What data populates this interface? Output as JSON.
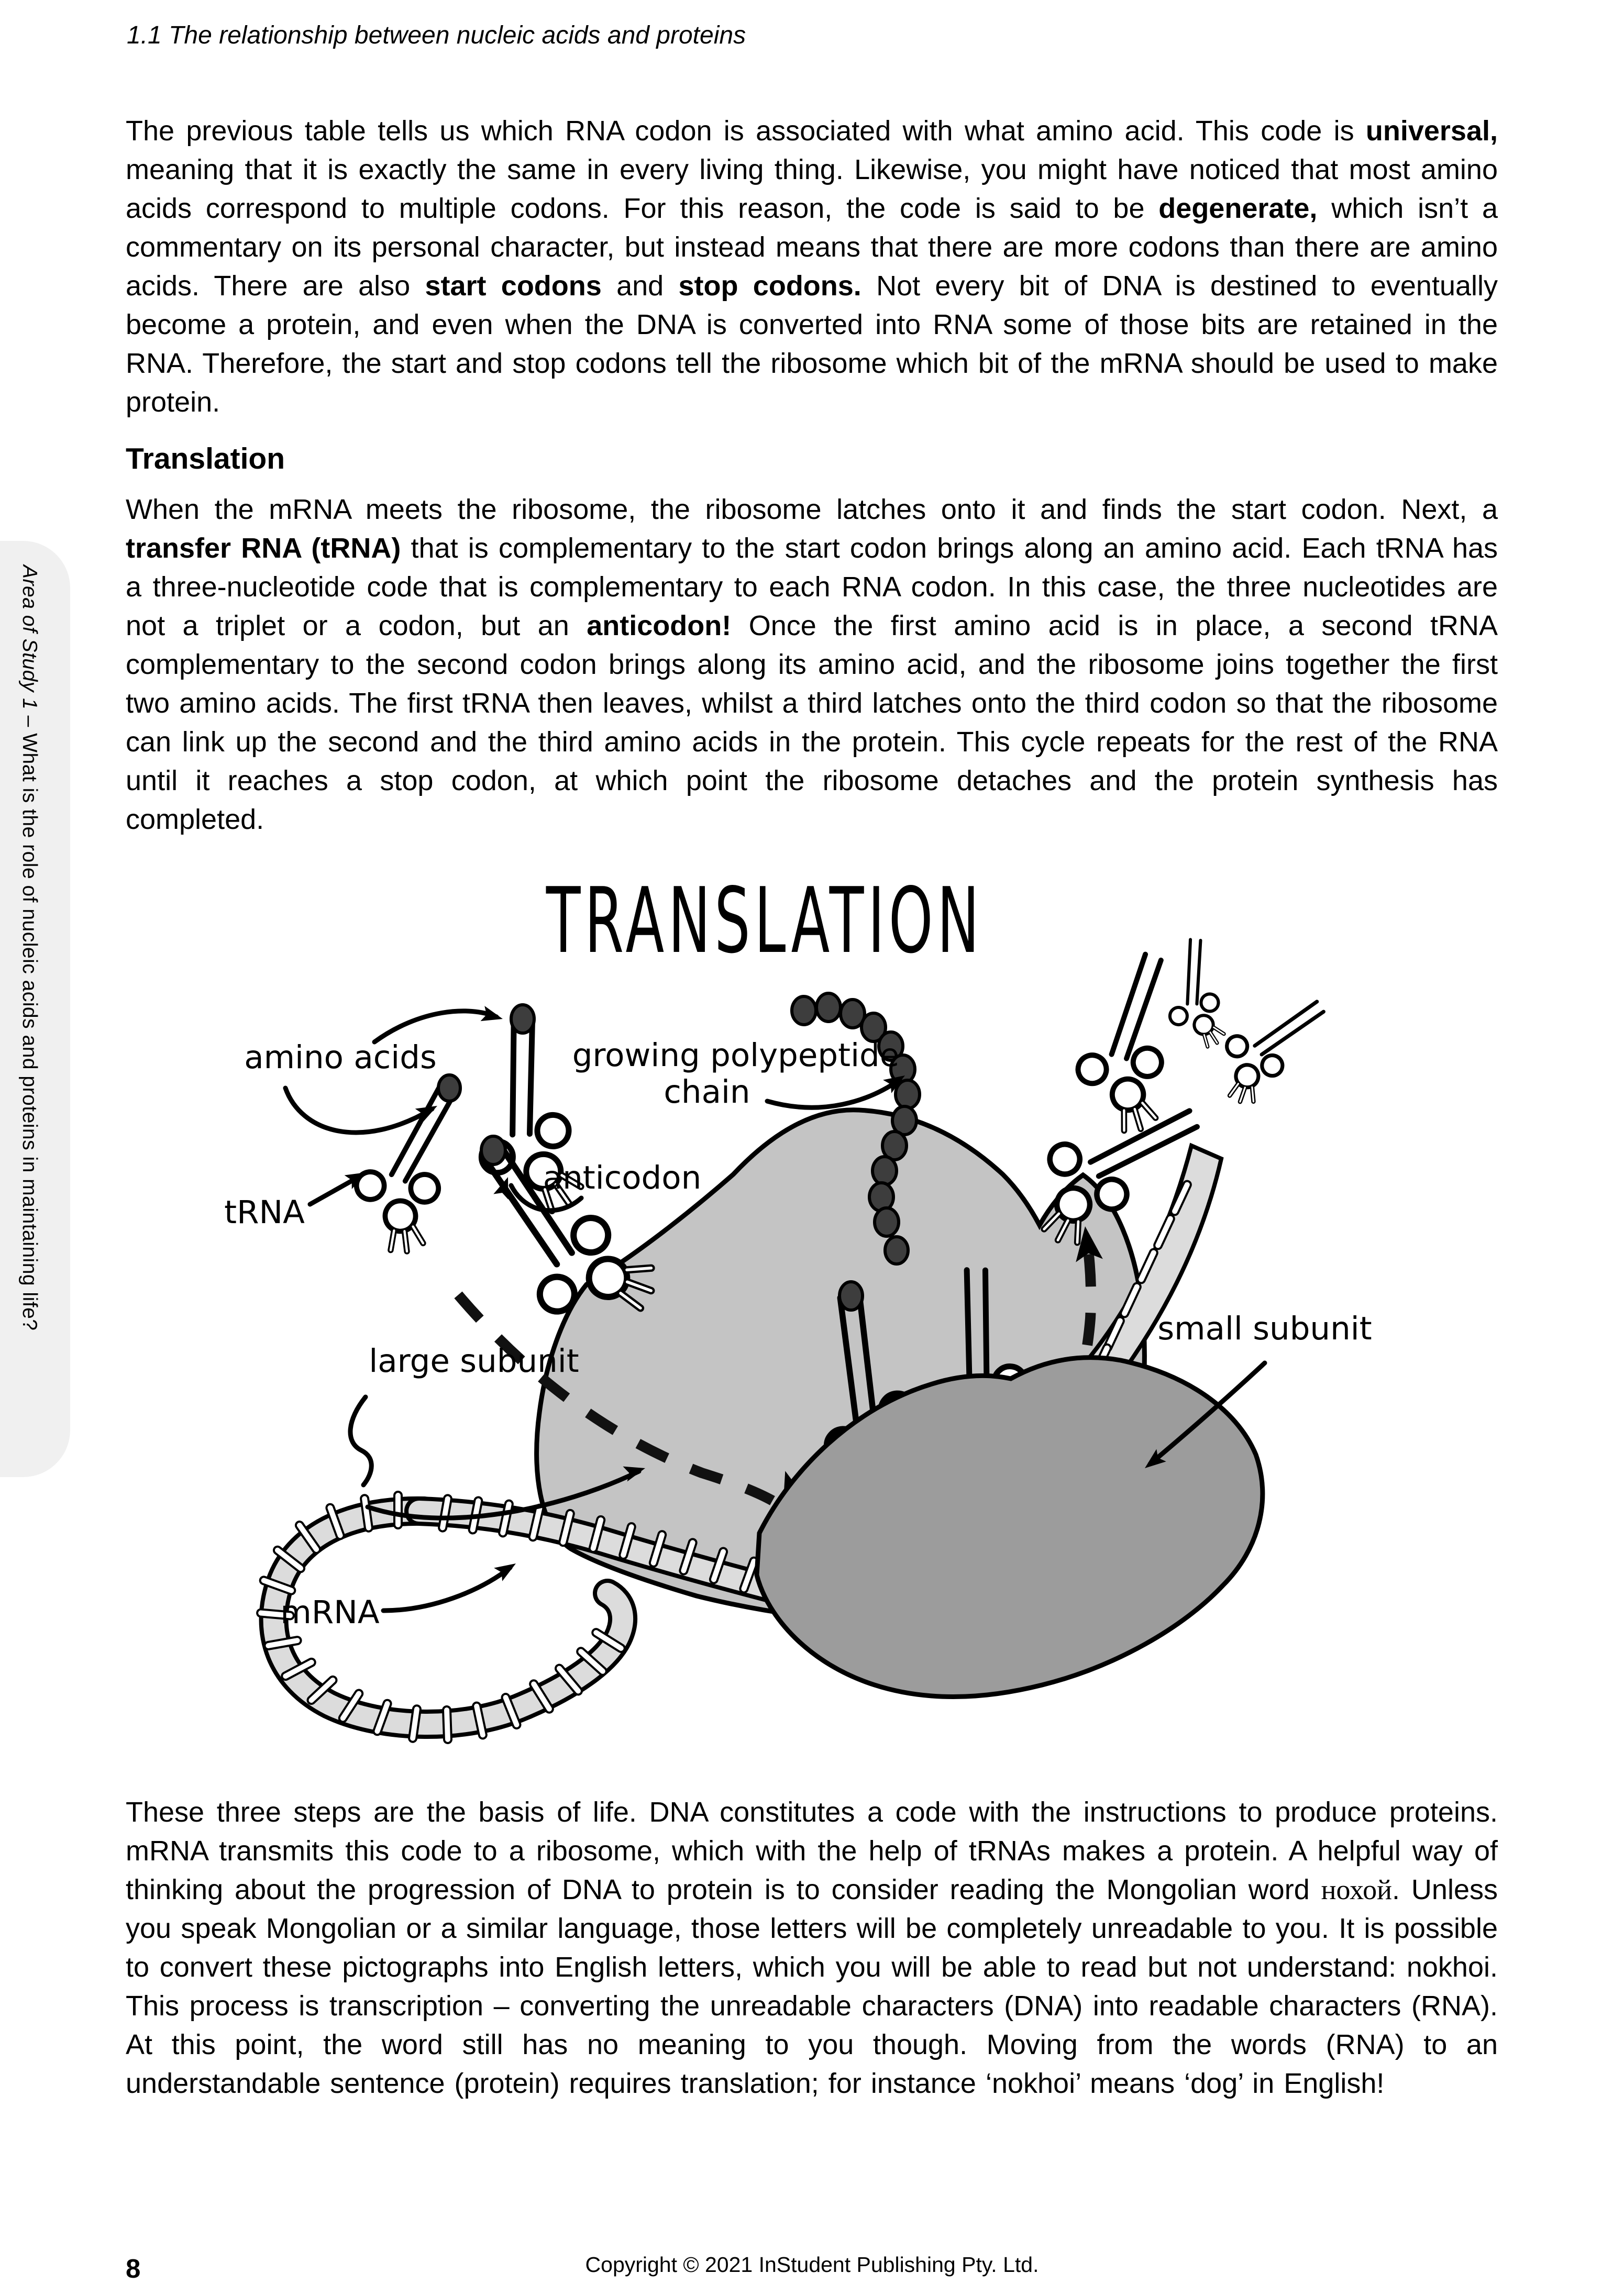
{
  "page": {
    "running_header": "1.1 The relationship between nucleic acids and proteins",
    "page_number": "8",
    "footer_copyright": "Copyright © 2021 InStudent Publishing Pty. Ltd."
  },
  "sidebar": {
    "segments": [
      {
        "t": "Area of Study 1",
        "i": true
      },
      {
        "t": " – What is the role of nucleic acids and proteins in maintaining life?"
      }
    ]
  },
  "content": {
    "heading1": "Translation",
    "para1": {
      "segments": [
        {
          "t": "The previous table tells us which RNA codon is associated with what amino acid.  This code is "
        },
        {
          "t": "universal,",
          "b": true
        },
        {
          "t": " meaning that it is exactly the same in every living thing.  Likewise, you might have noticed that most amino acids correspond to multiple codons.  For this reason, the code is said to be "
        },
        {
          "t": "degenerate,",
          "b": true
        },
        {
          "t": " which isn’t a commentary on its personal character, but instead means that there are more codons than there are amino acids.  There are also "
        },
        {
          "t": "start codons",
          "b": true
        },
        {
          "t": " and "
        },
        {
          "t": "stop codons.",
          "b": true
        },
        {
          "t": "  Not every bit of DNA is destined to eventually become a protein, and even when the DNA is converted into RNA some of those bits are retained in the RNA. Therefore, the start and stop codons tell the ribosome which bit of the mRNA should be used to make protein."
        }
      ]
    },
    "para2": {
      "segments": [
        {
          "t": "When the mRNA meets the ribosome, the ribosome latches onto it and finds the start codon.  Next, a "
        },
        {
          "t": "transfer RNA (tRNA)",
          "b": true
        },
        {
          "t": " that is complementary to the start codon brings along an amino acid.  Each tRNA has a three-nucleotide code that is complementary to each RNA codon.  In this case, the three nucleotides are not a triplet or a codon, but an "
        },
        {
          "t": "anticodon!",
          "b": true
        },
        {
          "t": "  Once the first amino acid is in place, a second tRNA complementary to the second codon brings along its amino acid, and the ribosome joins together the first two amino acids.  The first tRNA then leaves, whilst a third latches onto the third codon so that the ribosome can link up the second and the third amino acids in the protein.  This cycle repeats for the rest of the RNA until it reaches a stop codon, at which point the ribosome detaches and the protein synthesis has completed."
        }
      ]
    },
    "para3": {
      "segments": [
        {
          "t": "These three steps are the basis of life.  DNA constitutes a code with the instructions to produce proteins. mRNA transmits this code to a ribosome, which with the help of tRNAs makes a protein.  A helpful way of thinking about the progression of DNA to protein is to consider reading the Mongolian word "
        },
        {
          "t": "нохой",
          "f": "serif"
        },
        {
          "t": ". Unless you speak Mongolian or a similar language, those letters will be completely unreadable to you. It is possible to convert these pictographs into English letters, which you will be able to read but not understand: nokhoi. This process is transcription – converting the unreadable characters (DNA) into readable characters (RNA). At this point, the word still has no meaning to you though.  Moving from the words (RNA) to an understandable sentence (protein) requires translation; for instance ‘nokhoi’ means ‘dog’ in English!"
        }
      ]
    }
  },
  "diagram": {
    "title": "TRANSLATION",
    "labels": {
      "amino_acids": "amino acids",
      "trna": "tRNA",
      "anticodon": "anticodon",
      "growing_polypeptide_1": "growing polypeptide",
      "growing_polypeptide_2": "chain",
      "large_subunit": "large subunit",
      "small_subunit": "small subunit",
      "mrna": "mRNA"
    },
    "colors": {
      "large_subunit": "#c4c4c4",
      "small_subunit": "#9c9c9c",
      "mrna_band": "#dcdcdc",
      "amino_acid_dot": "#3d3d3d",
      "outline": "#000000",
      "sidebar_tab": "#f0f0f0"
    }
  }
}
